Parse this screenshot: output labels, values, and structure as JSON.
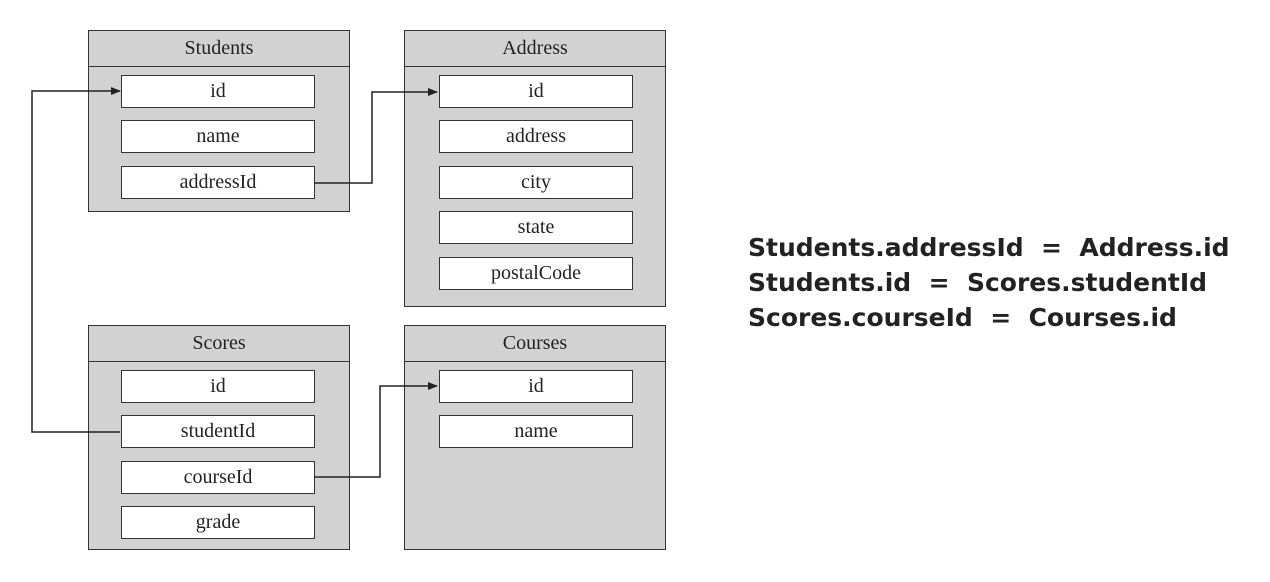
{
  "tables": {
    "students": {
      "title": "Students",
      "fields": [
        "id",
        "name",
        "addressId"
      ]
    },
    "address": {
      "title": "Address",
      "fields": [
        "id",
        "address",
        "city",
        "state",
        "postalCode"
      ]
    },
    "scores": {
      "title": "Scores",
      "fields": [
        "id",
        "studentId",
        "courseId",
        "grade"
      ]
    },
    "courses": {
      "title": "Courses",
      "fields": [
        "id",
        "name"
      ]
    }
  },
  "relations": [
    "Students.addressId  =  Address.id",
    "Students.id  =  Scores.studentId",
    "Scores.courseId  =  Courses.id"
  ]
}
